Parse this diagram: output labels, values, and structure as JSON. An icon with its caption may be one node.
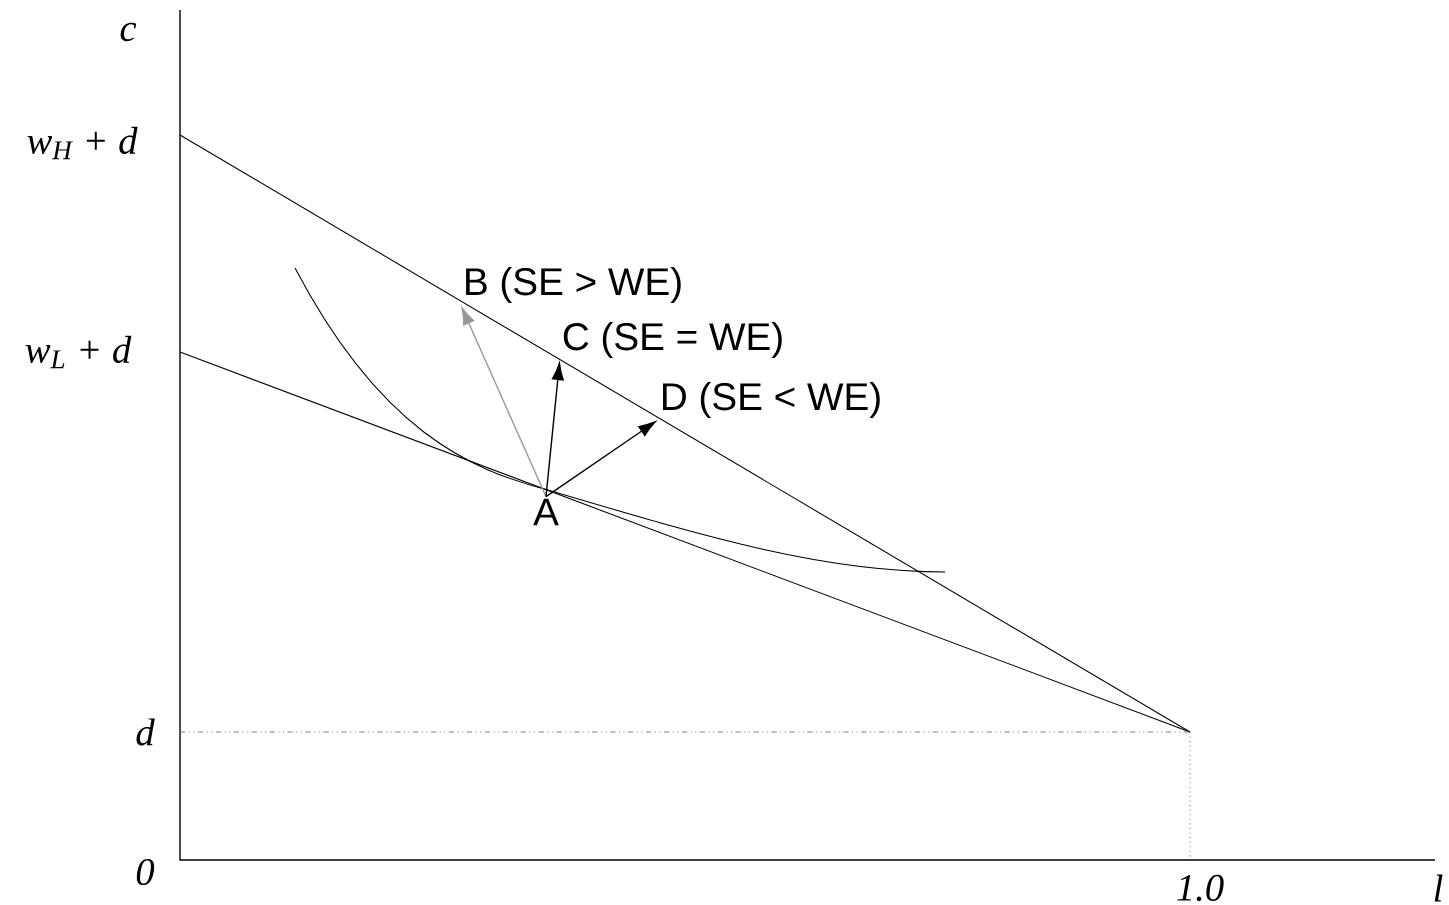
{
  "diagram": {
    "nodes": [
      {
        "text": [
          "A"
        ]
      },
      {
        "text": [
          "B (SE > WE)"
        ]
      },
      {
        "text": [
          "C (SE = WE)"
        ]
      },
      {
        "text": [
          "D (SE < WE)"
        ]
      }
    ],
    "edges": [
      {
        "from": 0,
        "to": 1,
        "arrow": "to",
        "color": "#999999"
      },
      {
        "from": 0,
        "to": 2,
        "arrow": "to"
      },
      {
        "from": 0,
        "to": 3,
        "arrow": "to"
      }
    ],
    "labels": [
      "c",
      "w$_{H}$  + d",
      "w$_{L}$ + d",
      "d",
      "0",
      "1.0",
      "l"
    ]
  }
}
